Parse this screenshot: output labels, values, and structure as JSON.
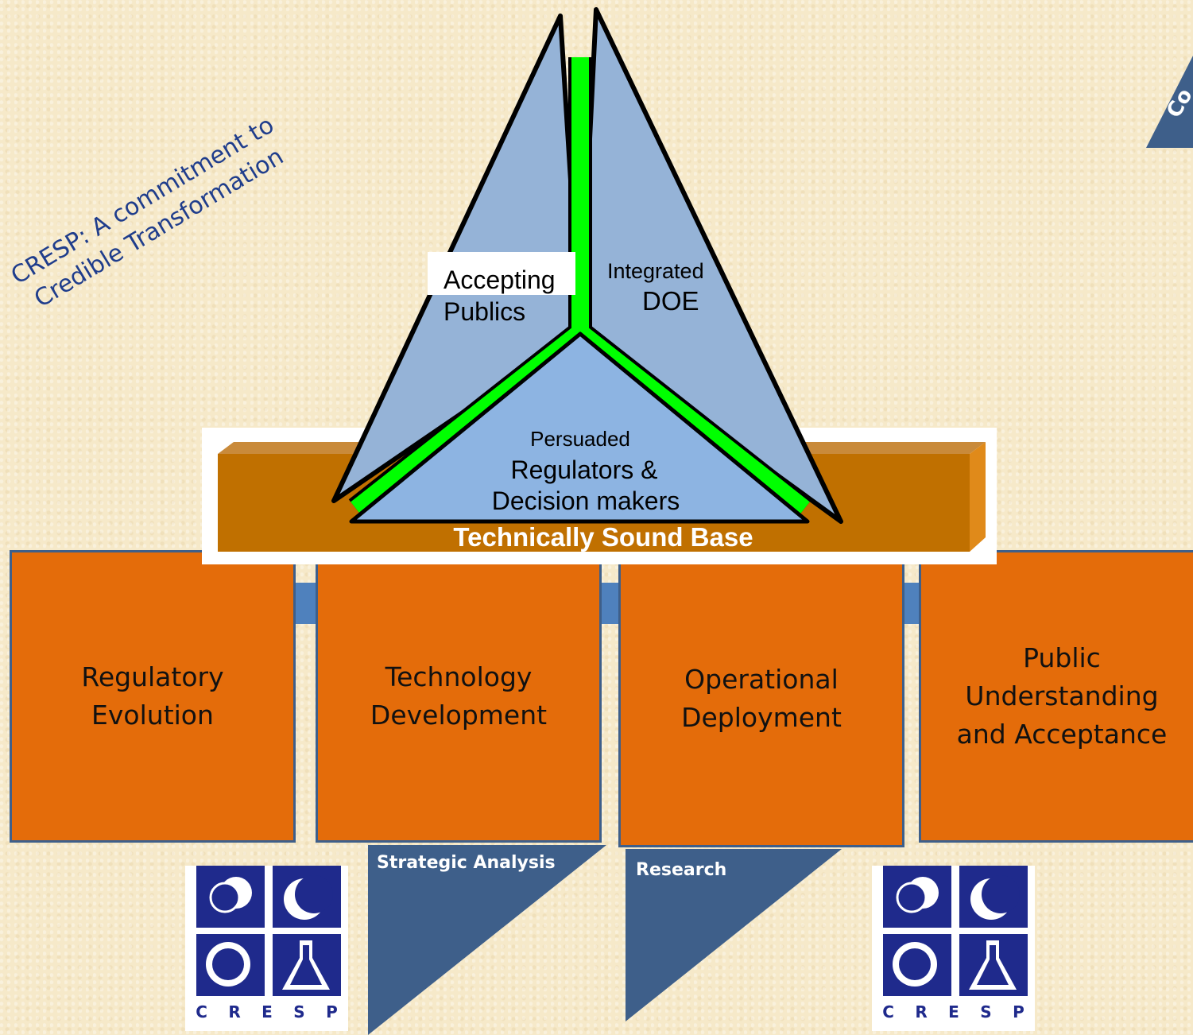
{
  "slogan": {
    "line1": "CRESP: A commitment to",
    "line2": "Credible Transformation"
  },
  "corner_text": "Co",
  "triangle": {
    "left_label": "Accepting\nPublics",
    "right_label_line1": "Integrated",
    "right_label_line2": "DOE",
    "center_label_line1": "Persuaded",
    "center_label_line2": "Regulators &",
    "center_label_line3": "Decision makers"
  },
  "base_label": "Technically Sound Base",
  "pillars": [
    {
      "label": "Regulatory\nEvolution"
    },
    {
      "label": "Technology\nDevelopment"
    },
    {
      "label": "Operational\nDeployment"
    },
    {
      "label": "Public\nUnderstanding\nand Acceptance"
    }
  ],
  "ramps": {
    "left": "Strategic Analysis",
    "right": "Research"
  },
  "logos": {
    "letters": [
      "C",
      "R",
      "E",
      "S",
      "P"
    ]
  },
  "colors": {
    "pillar": "#e46c0a",
    "base": "#c07000",
    "triangle_face": "#95b3d7",
    "triangle_center": "#8db4e2",
    "spine": "#00ff00",
    "ramp": "#3e5f8a",
    "connector": "#4f81bd",
    "logo": "#1f2a8c"
  }
}
